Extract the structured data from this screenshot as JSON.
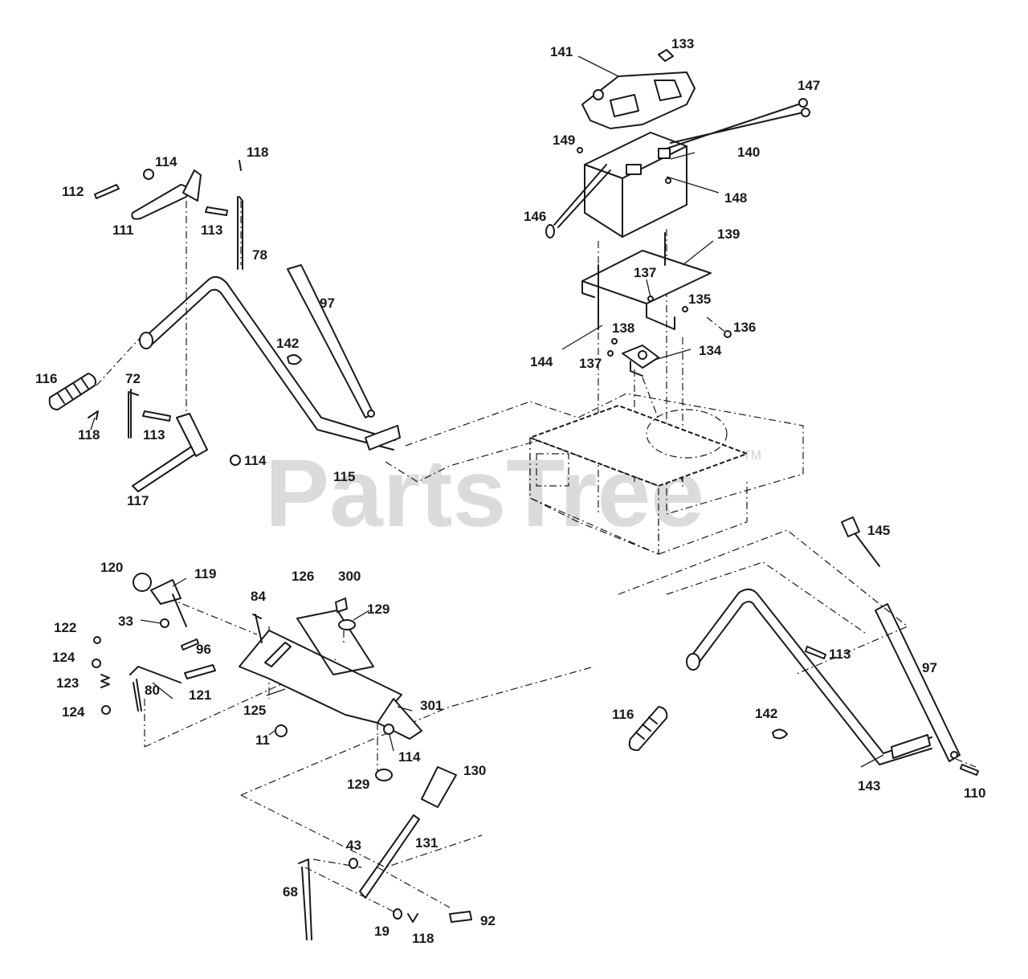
{
  "watermark": {
    "text": "PartsTree",
    "trademark": "TM"
  },
  "labels": {
    "l141": "141",
    "l133": "133",
    "l147": "147",
    "l149": "149",
    "l140": "140",
    "l148": "148",
    "l146": "146",
    "l139": "139",
    "l137a": "137",
    "l135": "135",
    "l136": "136",
    "l138": "138",
    "l134": "134",
    "l144": "144",
    "l137b": "137",
    "l118a": "118",
    "l114a": "114",
    "l112": "112",
    "l111": "111",
    "l113a": "113",
    "l78": "78",
    "l97a": "97",
    "l142a": "142",
    "l116a": "116",
    "l72": "72",
    "l118b": "118",
    "l113b": "113",
    "l114b": "114",
    "l115": "115",
    "l117": "117",
    "l145": "145",
    "l120": "120",
    "l119": "119",
    "l126": "126",
    "l300": "300",
    "l84": "84",
    "l129a": "129",
    "l33": "33",
    "l122": "122",
    "l96": "96",
    "l124a": "124",
    "l123": "123",
    "l80": "80",
    "l121": "121",
    "l124b": "124",
    "l125": "125",
    "l301": "301",
    "l11": "11",
    "l114c": "114",
    "l113c": "113",
    "l97b": "97",
    "l116b": "116",
    "l142b": "142",
    "l143": "143",
    "l110": "110",
    "l129b": "129",
    "l130": "130",
    "l43": "43",
    "l131": "131",
    "l68": "68",
    "l19": "19",
    "l118c": "118",
    "l92": "92"
  }
}
